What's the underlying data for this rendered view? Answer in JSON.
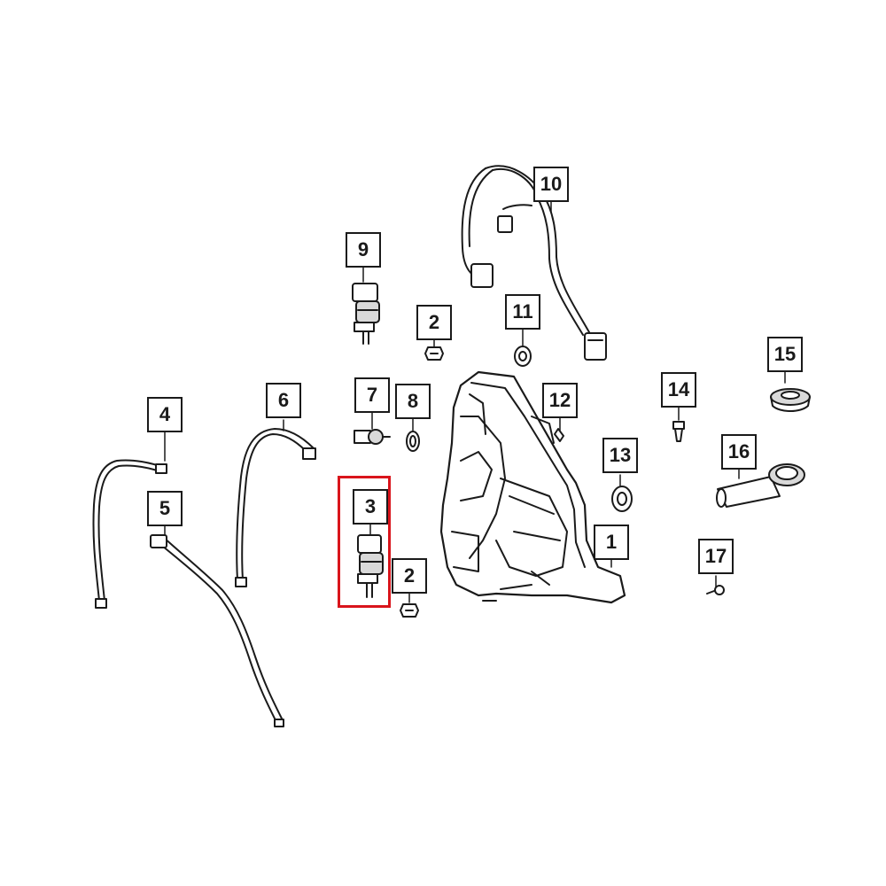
{
  "callouts": [
    {
      "id": "c1",
      "label": "1"
    },
    {
      "id": "c2a",
      "label": "2"
    },
    {
      "id": "c2b",
      "label": "2"
    },
    {
      "id": "c3",
      "label": "3"
    },
    {
      "id": "c4",
      "label": "4"
    },
    {
      "id": "c5",
      "label": "5"
    },
    {
      "id": "c6",
      "label": "6"
    },
    {
      "id": "c7",
      "label": "7"
    },
    {
      "id": "c8",
      "label": "8"
    },
    {
      "id": "c9",
      "label": "9"
    },
    {
      "id": "c10",
      "label": "10"
    },
    {
      "id": "c11",
      "label": "11"
    },
    {
      "id": "c12",
      "label": "12"
    },
    {
      "id": "c13",
      "label": "13"
    },
    {
      "id": "c14",
      "label": "14"
    },
    {
      "id": "c15",
      "label": "15"
    },
    {
      "id": "c16",
      "label": "16"
    },
    {
      "id": "c17",
      "label": "17"
    }
  ],
  "highlighted_part": "3",
  "colors": {
    "line": "#1a1a1a",
    "part_fill": "#ffffff",
    "part_shade": "#d9d9d9",
    "highlight": "#d9141b"
  }
}
